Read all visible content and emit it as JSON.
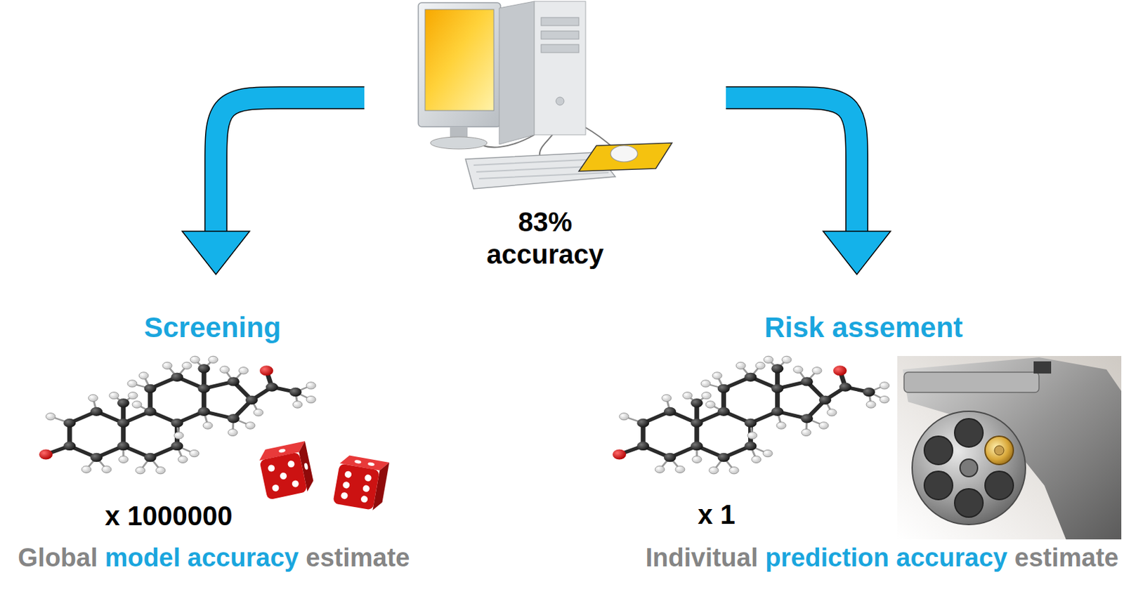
{
  "diagram": {
    "nodes": [
      {
        "text": [
          "83% accuracy"
        ]
      },
      {
        "text": [
          "Screening",
          "x 1000000"
        ]
      },
      {
        "text": [
          "Risk assement",
          "x 1"
        ]
      }
    ],
    "edges": [
      {
        "from": 0,
        "to": 1,
        "arrow": "to"
      },
      {
        "from": 0,
        "to": 2,
        "arrow": "to"
      }
    ],
    "labels": [
      "Global",
      "model accuracy",
      "estimate",
      "Indivitual",
      "prediction accuracy",
      "estimate"
    ]
  }
}
